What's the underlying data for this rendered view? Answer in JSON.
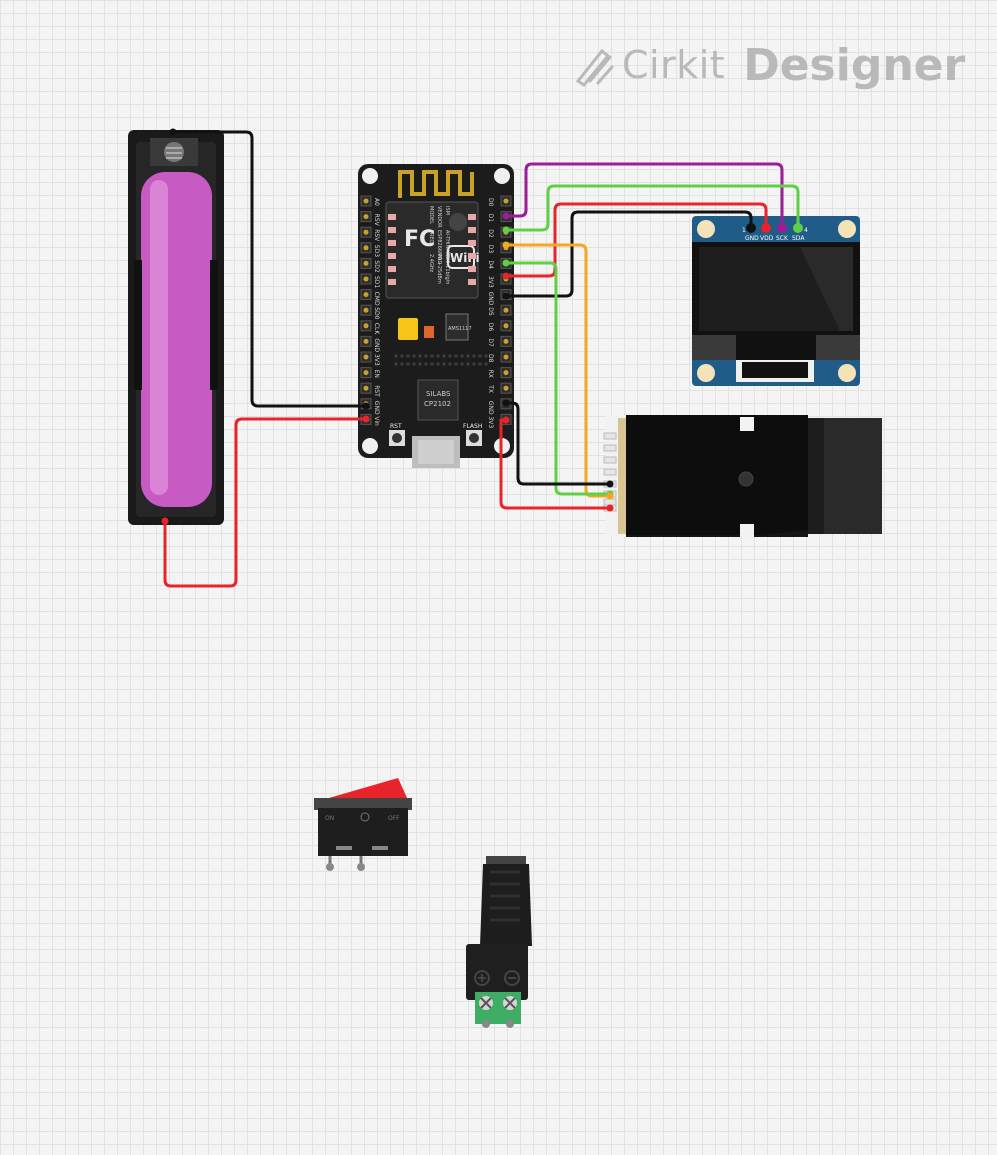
{
  "logo": {
    "brand": "Cirkit",
    "product": "Designer",
    "icon": "pencil-ruler-icon"
  },
  "esp": {
    "left_pins": [
      "A0",
      "RSV",
      "RSV",
      "SD3",
      "SD2",
      "SD1",
      "CMD",
      "SD0",
      "CLK",
      "GND",
      "3V3",
      "EN",
      "RST",
      "GND",
      "Vin"
    ],
    "right_pins": [
      "D0",
      "D1",
      "D2",
      "D3",
      "D4",
      "3V3",
      "GND",
      "D5",
      "D6",
      "D7",
      "D8",
      "RX",
      "TX",
      "GND",
      "3V3"
    ],
    "model_lines": [
      "MODEL",
      "VENDOR",
      "ISM",
      "FREQ",
      "ESP8266MOD",
      "AI-THINKER",
      "2.4GHz",
      "PA +25dBm",
      "802.11b/g/n"
    ],
    "wifi": "WiFi",
    "reg": "AMS1117",
    "chip": [
      "SILABS",
      "CP2102"
    ],
    "btn_rst": "RST",
    "btn_flash": "FLASH"
  },
  "oled": {
    "pin_labels": [
      "GND",
      "VDD",
      "SCK",
      "SDA"
    ],
    "pin_num_1": "1",
    "pin_num_4": "4"
  },
  "switch": {
    "on": "ON",
    "off": "OFF"
  },
  "colors": {
    "black": "#111111",
    "red": "#e8232a",
    "green": "#5fd046",
    "purple": "#9b1d98",
    "orange": "#f5a623"
  }
}
